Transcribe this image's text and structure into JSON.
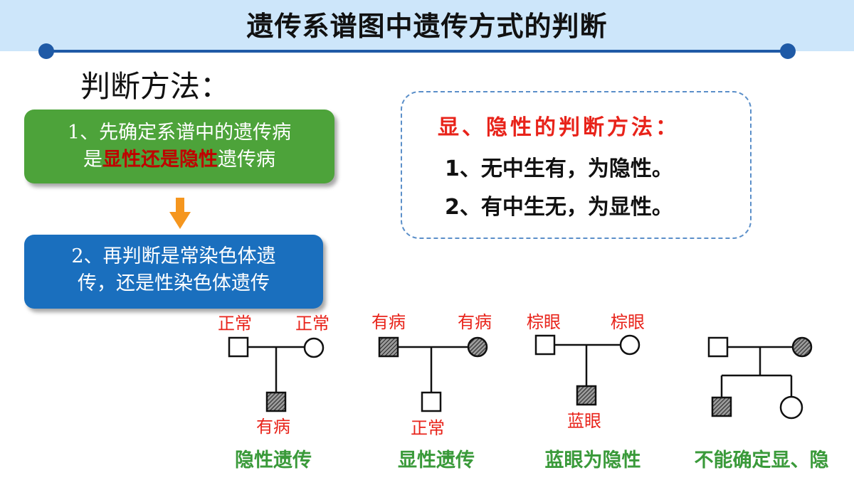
{
  "page": {
    "title": "遗传系谱图中遗传方式的判断",
    "heading": "判断方法："
  },
  "steps": {
    "step1": {
      "line1": "1、先确定系谱中的遗传病",
      "line2_pre": "是",
      "line2_emph": "显性还是隐性",
      "line2_post": "遗传病"
    },
    "step2": {
      "line1": "2、再判断是常染色体遗",
      "line2": "传，还是性染色体遗传"
    }
  },
  "info": {
    "title": "显、隐性的判断方法：",
    "rule1": "1、无中生有，为隐性。",
    "rule2": "2、有中生无，为显性。"
  },
  "pedigrees": {
    "p1": {
      "father_label": "正常",
      "mother_label": "正常",
      "child_label": "有病",
      "caption": "隐性遗传"
    },
    "p2": {
      "father_label": "有病",
      "mother_label": "有病",
      "child_label": "正常",
      "caption": "显性遗传"
    },
    "p3": {
      "father_label": "棕眼",
      "mother_label": "棕眼",
      "child_label": "蓝眼",
      "caption": "蓝眼为隐性"
    },
    "p4": {
      "caption": "不能确定显、隐"
    }
  },
  "colors": {
    "header_bg": "#cde6fa",
    "rule": "#1f5aa6",
    "step1_bg": "#4da33a",
    "step2_bg": "#1a6fbe",
    "emphasis_red": "#c00000",
    "label_red": "#e8231a",
    "caption_green": "#3a9a3a",
    "arrow_orange": "#f5961e"
  }
}
